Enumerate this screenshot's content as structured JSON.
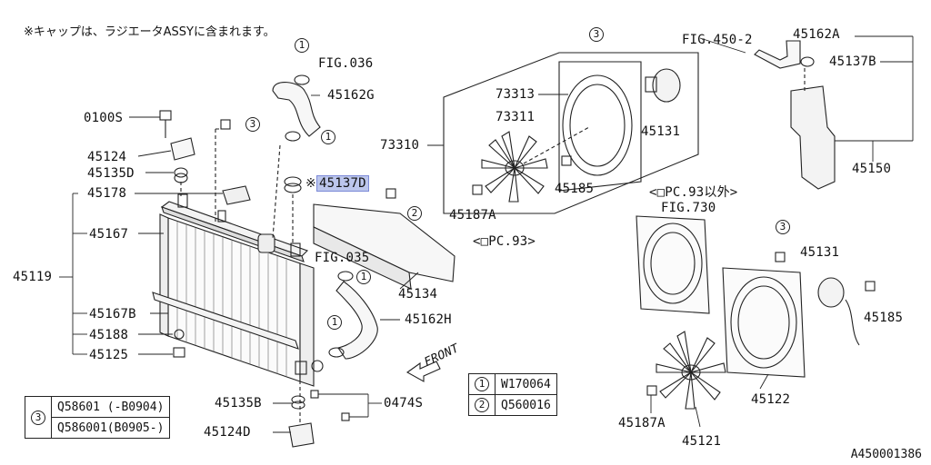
{
  "note": "※キャップは、ラジエータASSYに含まれます。",
  "diagram_id": "A450001386",
  "labels": {
    "fig036": "FIG.036",
    "p45162G": "45162G",
    "p0100S": "0100S",
    "p45124": "45124",
    "p45135D": "45135D",
    "p45178": "45178",
    "p45167": "45167",
    "p45119": "45119",
    "p45167B": "45167B",
    "p45188": "45188",
    "p45125": "45125",
    "p45137D": "45137D",
    "p45137D_mark": "※",
    "fig035": "FIG.035",
    "p45134": "45134",
    "p45162H": "45162H",
    "front": "FRONT",
    "p45135B": "45135B",
    "p45124D": "45124D",
    "p0474S": "0474S",
    "p73310": "73310",
    "p73313": "73313",
    "p73311": "73311",
    "p45131_top": "45131",
    "p45185_top": "45185",
    "p45187A_top": "45187A",
    "opc93": "<□PC.93>",
    "fig450": "FIG.450-2",
    "p45162A": "45162A",
    "p45137B": "45137B",
    "p45150": "45150",
    "opc93_not": "<□PC.93以外>",
    "fig730": "FIG.730",
    "p45131_bot": "45131",
    "p45185_bot": "45185",
    "p45122": "45122",
    "p45187A_bot": "45187A",
    "p45121": "45121"
  },
  "callouts": {
    "c1": "1",
    "c2": "2",
    "c3": "3"
  },
  "legend_right": [
    {
      "num": "1",
      "part": "W170064"
    },
    {
      "num": "2",
      "part": "Q560016"
    }
  ],
  "legend_left": {
    "num": "3",
    "rows": [
      "Q58601 (-B0904)",
      "Q586001(B0905-)"
    ]
  }
}
